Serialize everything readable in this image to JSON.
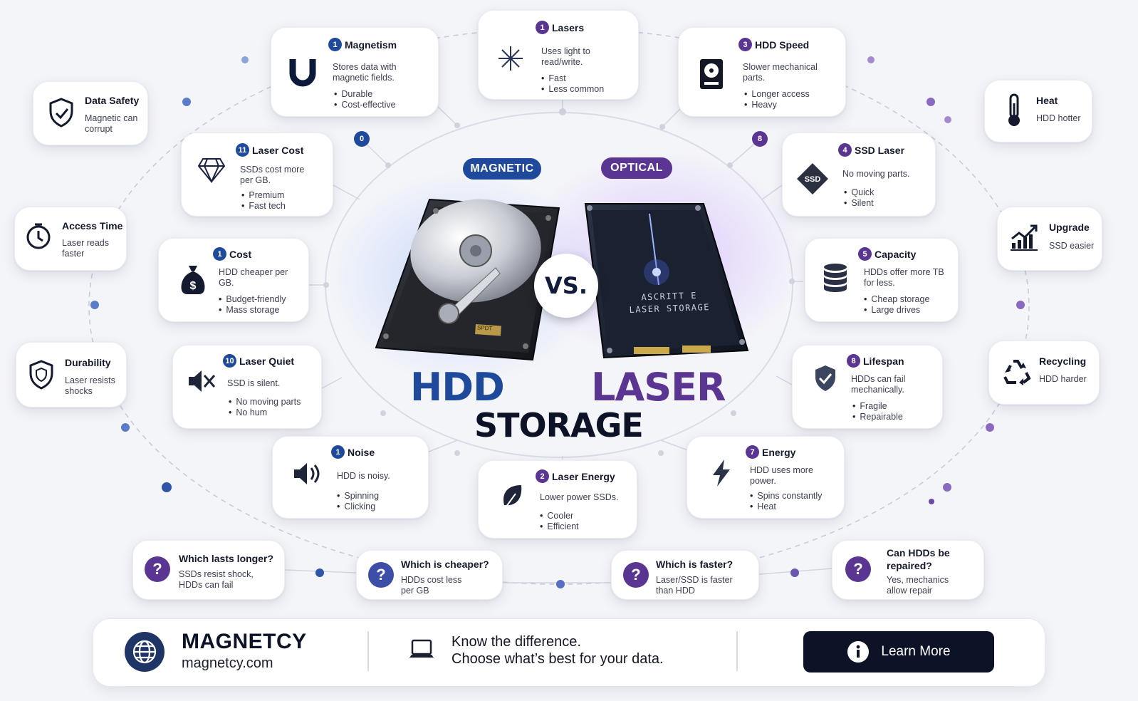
{
  "colors": {
    "magnetic": "#1f4a9c",
    "optical": "#5a3592",
    "dark": "#0c1327",
    "background": "#f4f5f9"
  },
  "center": {
    "magnetic_label": "MAGNETIC",
    "optical_label": "OPTICAL",
    "vs": "VS.",
    "hdd": "HDD",
    "laser": "LASER",
    "storage": "STORAGE",
    "ssd_engraving_1": "ASCRITT E",
    "ssd_engraving_2": "LASER STORAGE",
    "hdd_sticker": "SPDT"
  },
  "badges": {
    "b1": "1",
    "b2": "2",
    "b3": "3",
    "b4": "0",
    "b5": "8"
  },
  "features": [
    {
      "id": "magnetism",
      "num": "1",
      "title": "Magnetism",
      "desc": "Stores data with magnetic fields.",
      "bullets": [
        "Durable",
        "Cost-effective"
      ],
      "icon": "magnet-icon"
    },
    {
      "id": "lasers",
      "num": "1",
      "title": "Lasers",
      "desc": "Uses light to read/write.",
      "bullets": [
        "Fast",
        "Less common"
      ],
      "icon": "laser-icon"
    },
    {
      "id": "hdd-speed",
      "num": "3",
      "title": "HDD Speed",
      "desc": "Slower mechanical parts.",
      "bullets": [
        "Longer access",
        "Heavy"
      ],
      "icon": "hard-drive-icon"
    },
    {
      "id": "laser-cost",
      "num": "11",
      "title": "Laser Cost",
      "desc": "SSDs cost more per GB.",
      "bullets": [
        "Premium",
        "Fast tech"
      ],
      "icon": "diamond-icon"
    },
    {
      "id": "ssd-laser",
      "num": "4",
      "title": "SSD Laser",
      "desc": "No moving parts.",
      "bullets": [
        "Quick",
        "Silent"
      ],
      "icon": "ssd-chip-icon"
    },
    {
      "id": "cost",
      "num": "1",
      "title": "Cost",
      "desc": "HDD cheaper per GB.",
      "bullets": [
        "Budget-friendly",
        "Mass storage"
      ],
      "icon": "money-bag-icon"
    },
    {
      "id": "capacity",
      "num": "5",
      "title": "Capacity",
      "desc": "HDDs offer more TB for less.",
      "bullets": [
        "Cheap storage",
        "Large drives"
      ],
      "icon": "database-icon"
    },
    {
      "id": "laser-quiet",
      "num": "10",
      "title": "Laser Quiet",
      "desc": "SSD is silent.",
      "bullets": [
        "No moving parts",
        "No hum"
      ],
      "icon": "speaker-muted-icon"
    },
    {
      "id": "lifespan",
      "num": "8",
      "title": "Lifespan",
      "desc": "HDDs can fail mechanically.",
      "bullets": [
        "Fragile",
        "Repairable"
      ],
      "icon": "shield-check-icon"
    },
    {
      "id": "noise",
      "num": "1",
      "title": "Noise",
      "desc": "HDD is noisy.",
      "bullets": [
        "Spinning",
        "Clicking"
      ],
      "icon": "speaker-loud-icon"
    },
    {
      "id": "laser-energy",
      "num": "2",
      "title": "Laser Energy",
      "desc": "Lower power SSDs.",
      "bullets": [
        "Cooler",
        "Efficient"
      ],
      "icon": "leaf-icon"
    },
    {
      "id": "energy",
      "num": "7",
      "title": "Energy",
      "desc": "HDD uses more power.",
      "bullets": [
        "Spins constantly",
        "Heat"
      ],
      "icon": "lightning-icon"
    }
  ],
  "side": [
    {
      "id": "data-safety",
      "title": "Data Safety",
      "desc": "Magnetic can corrupt",
      "icon": "shield-check-icon"
    },
    {
      "id": "access-time",
      "title": "Access Time",
      "desc": "Laser reads faster",
      "icon": "clock-icon"
    },
    {
      "id": "durability",
      "title": "Durability",
      "desc": "Laser resists shocks",
      "icon": "shield-outline-icon"
    },
    {
      "id": "heat",
      "title": "Heat",
      "desc": "HDD hotter",
      "icon": "thermometer-icon"
    },
    {
      "id": "upgrade",
      "title": "Upgrade",
      "desc": "SSD easier",
      "icon": "chart-up-icon"
    },
    {
      "id": "recycling",
      "title": "Recycling",
      "desc": "HDD harder",
      "icon": "recycle-icon"
    }
  ],
  "questions": [
    {
      "id": "lasts-longer",
      "title": "Which lasts longer?",
      "answer": "SSDs resist shock, HDDs can fail",
      "icon": "question-icon"
    },
    {
      "id": "cheaper",
      "title": "Which is cheaper?",
      "answer": "HDDs cost less per GB",
      "icon": "question-icon"
    },
    {
      "id": "faster",
      "title": "Which is faster?",
      "answer": "Laser/SSD is faster than HDD",
      "icon": "question-icon"
    },
    {
      "id": "repaired",
      "title": "Can HDDs be repaired?",
      "answer": "Yes, mechanics allow repair",
      "icon": "question-icon"
    }
  ],
  "footer": {
    "brand": "MAGNETCY",
    "url": "magnetcy.com",
    "tagline_1": "Know the difference.",
    "tagline_2": "Choose what’s best for your data.",
    "cta": "Learn More",
    "brand_icon": "globe-icon",
    "tagline_icon": "laptop-icon",
    "cta_icon": "info-icon"
  }
}
